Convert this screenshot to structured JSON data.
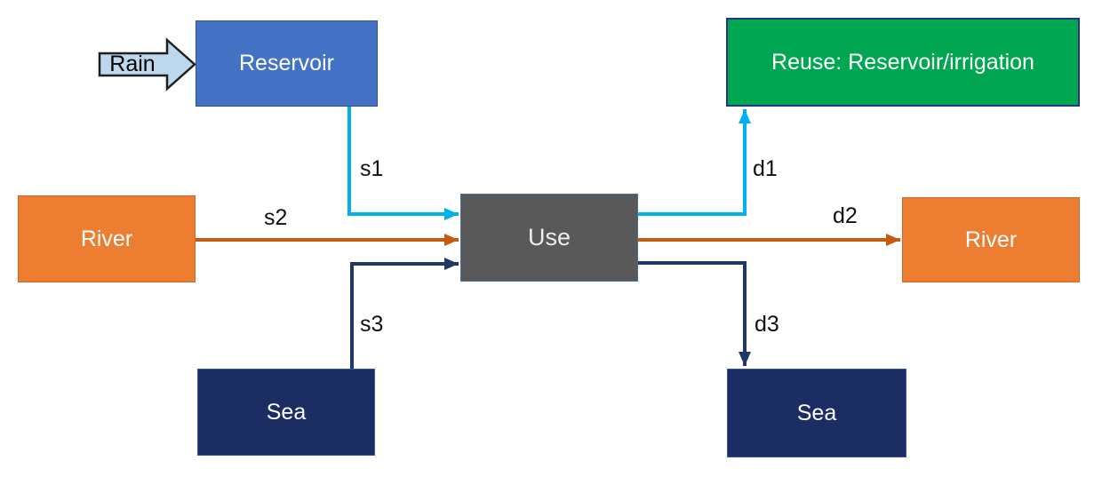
{
  "diagram": {
    "nodes": {
      "rain": {
        "label": "Rain",
        "fill": "#BDD7EE",
        "border": "#1F1F1F",
        "text_color": "#000000"
      },
      "reservoir": {
        "label": "Reservoir",
        "fill": "#4472C4",
        "border": "#2F5597",
        "text_color": "#FFFFFF"
      },
      "reuse": {
        "label": "Reuse: Reservoir/irrigation",
        "fill": "#00A651",
        "border": "#24387F",
        "text_color": "#FFFFFF"
      },
      "river_left": {
        "label": "River",
        "fill": "#ED7D31",
        "border": "#C96A28",
        "text_color": "#FFFFFF"
      },
      "use": {
        "label": "Use",
        "fill": "#595959",
        "border": "#41719C",
        "text_color": "#FFFFFF"
      },
      "river_right": {
        "label": "River",
        "fill": "#ED7D31",
        "border": "#C96A28",
        "text_color": "#FFFFFF"
      },
      "sea_left": {
        "label": "Sea",
        "fill": "#1B2D63",
        "border": "#3756A4",
        "text_color": "#FFFFFF"
      },
      "sea_right": {
        "label": "Sea",
        "fill": "#1B2D63",
        "border": "#3756A4",
        "text_color": "#FFFFFF"
      }
    },
    "flows": [
      {
        "id": "s1",
        "label": "s1",
        "from": "Reservoir",
        "to": "Use",
        "color": "#00B0F0"
      },
      {
        "id": "s2",
        "label": "s2",
        "from": "River",
        "to": "Use",
        "color": "#C55A11"
      },
      {
        "id": "s3",
        "label": "s3",
        "from": "Sea",
        "to": "Use",
        "color": "#1F3864"
      },
      {
        "id": "d1",
        "label": "d1",
        "from": "Use",
        "to": "Reuse: Reservoir/irrigation",
        "color": "#00B0F0"
      },
      {
        "id": "d2",
        "label": "d2",
        "from": "Use",
        "to": "River",
        "color": "#C55A11"
      },
      {
        "id": "d3",
        "label": "d3",
        "from": "Use",
        "to": "Sea",
        "color": "#1F3864"
      }
    ]
  }
}
